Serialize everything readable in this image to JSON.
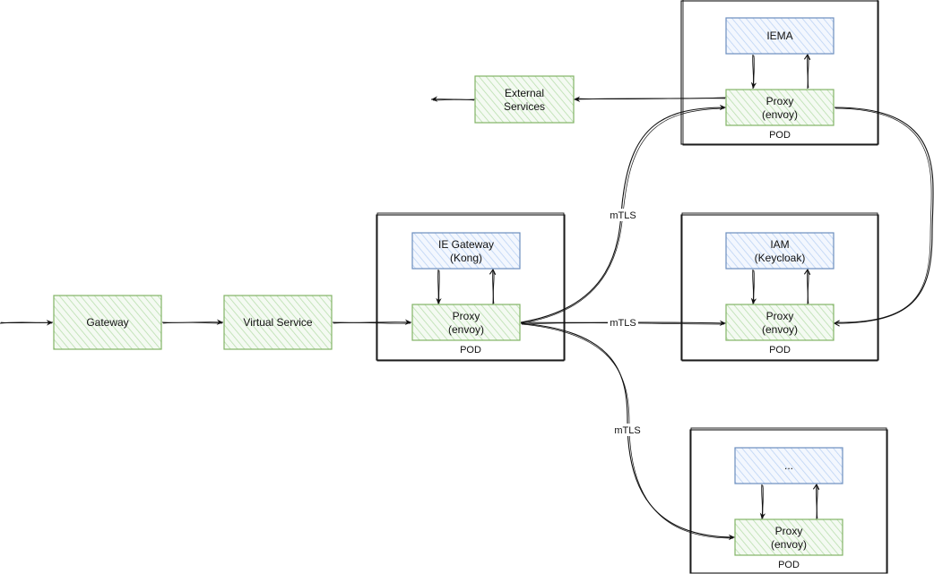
{
  "nodes": {
    "gateway": "Gateway",
    "virtual_service": "Virtual Service",
    "ie_gateway_line1": "IE Gateway",
    "ie_gateway_line2": "(Kong)",
    "proxy_line1": "Proxy",
    "proxy_line2": "(envoy)",
    "iema": "IEMA",
    "iam_line1": "IAM",
    "iam_line2": "(Keycloak)",
    "ellipsis": "...",
    "external_line1": "External",
    "external_line2": "Services",
    "pod": "POD"
  },
  "edge_labels": {
    "mtls": "mTLS"
  },
  "colors": {
    "green_fill": "#d5e8d4",
    "green_stroke": "#82b366",
    "blue_fill": "#dae8fc",
    "blue_stroke": "#6c8ebf",
    "line": "#111111"
  }
}
